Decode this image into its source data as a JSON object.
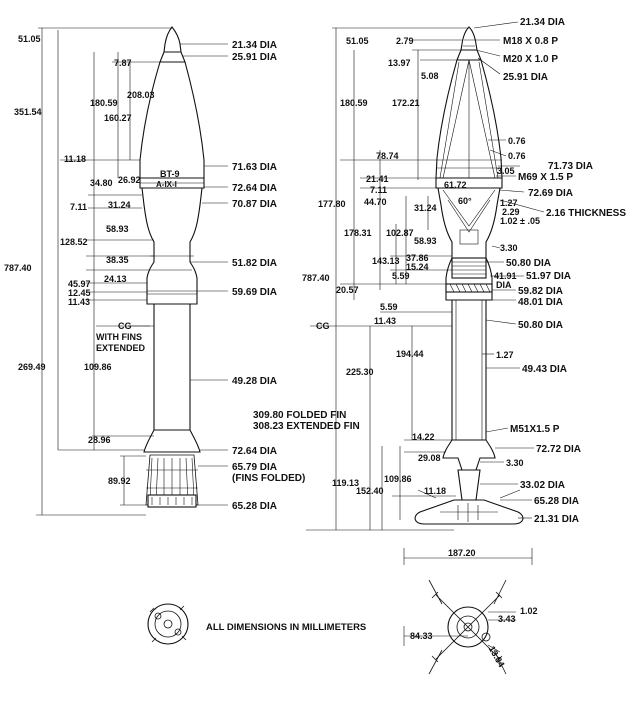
{
  "diagram": {
    "units_note": "ALL DIMENSIONS IN MILLIMETERS",
    "body_markings": [
      "BT-9",
      "A-IX-I"
    ],
    "left_view": {
      "top_labels": [
        "51.05",
        "7.87",
        "180.59",
        "208.03",
        "160.27",
        "351.54"
      ],
      "mid_labels": [
        "11.18",
        "34.80",
        "26.92",
        "7.11",
        "31.24",
        "58.93",
        "128.52",
        "38.35"
      ],
      "lower_labels": [
        "45.97",
        "12.45",
        "11.43",
        "24.13",
        "787.40",
        "269.49",
        "109.86",
        "28.96",
        "89.92"
      ],
      "cg_label": "CG",
      "cg_note_1": "WITH FINS",
      "cg_note_2": "EXTENDED",
      "right_labels": [
        "21.34 DIA",
        "25.91 DIA",
        "71.63 DIA",
        "72.64 DIA",
        "70.87 DIA",
        "51.82 DIA",
        "59.69 DIA",
        "49.28 DIA",
        "72.64 DIA",
        "65.79 DIA",
        "(FINS FOLDED)",
        "65.28 DIA"
      ]
    },
    "section_view": {
      "left_labels": [
        "51.05",
        "2.79",
        "13.97",
        "5.08",
        "180.59",
        "172.21",
        "78.74",
        "21.41",
        "7.11",
        "177.80",
        "44.70",
        "31.24",
        "178.31",
        "102.87",
        "58.93",
        "143.13",
        "37.86",
        "15.24",
        "5.59",
        "787.40",
        "20.57",
        "5.59",
        "11.43",
        "194.44",
        "225.30",
        "14.22",
        "29.08",
        "119.13",
        "152.40",
        "109.86",
        "11.18"
      ],
      "cg_label": "CG",
      "fin_note_1": "309.80 FOLDED FIN",
      "fin_note_2": "308.23 EXTENDED FIN",
      "right_labels": [
        "21.34 DIA",
        "M18 X 0.8 P",
        "M20 X 1.0 P",
        "25.91 DIA",
        "0.76",
        "0.76",
        "71.73 DIA",
        "3.05",
        "M69 X 1.5 P",
        "61.72",
        "72.69 DIA",
        "60°",
        "1.27",
        "2.29",
        "2.16 THICKNESS",
        "1.02 ± .05",
        "3.30",
        "50.80 DIA",
        "41.91",
        "51.97 DIA",
        "DIA",
        "59.82 DIA",
        "48.01 DIA",
        "50.80 DIA",
        "1.27",
        "49.43 DIA",
        "M51X1.5 P",
        "72.72 DIA",
        "3.30",
        "33.02 DIA",
        "65.28 DIA",
        "21.31 DIA"
      ]
    },
    "tail_view": {
      "labels": [
        "187.20",
        "3.43",
        "1.02",
        "84.33",
        "13.84"
      ]
    }
  }
}
